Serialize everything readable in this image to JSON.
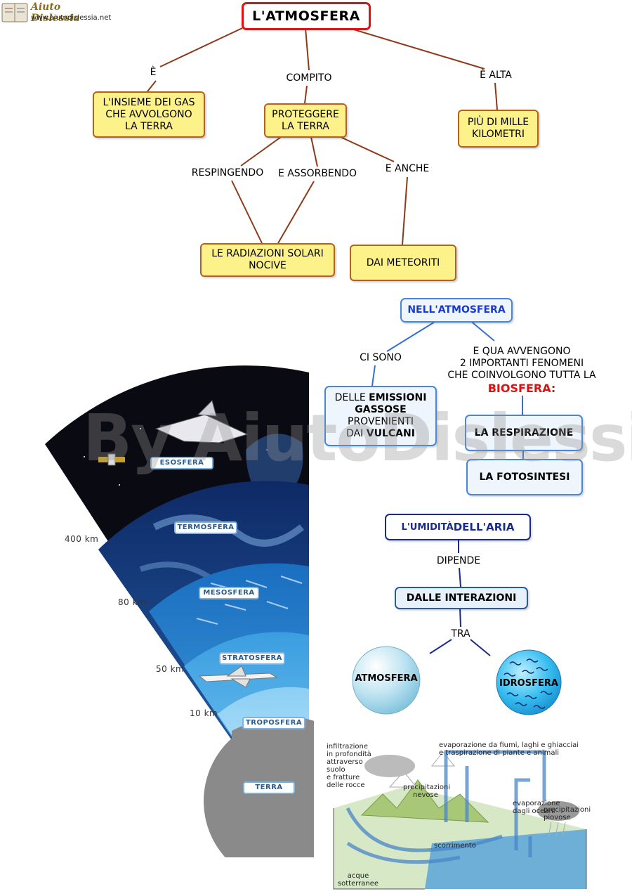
{
  "header": {
    "logo_name": "Aiuto Dislessia",
    "logo_url": "www.aiutodislessia.net"
  },
  "title": "L'ATMOSFERA",
  "map1": {
    "label_e": "È",
    "label_compito": "COMPITO",
    "label_e_alta": "È ALTA",
    "box_gas": [
      "L'INSIEME DEI GAS",
      "CHE AVVOLGONO",
      "LA TERRA"
    ],
    "box_proteggere": [
      "PROTEGGERE",
      "LA TERRA"
    ],
    "box_mille": [
      "PIÙ DI MILLE",
      "KILOMETRI"
    ],
    "label_respingendo": "RESPINGENDO",
    "label_assorbendo": "E ASSORBENDO",
    "label_anche": "E ANCHE",
    "box_radiazioni": [
      "LE RADIAZIONI SOLARI",
      "NOCIVE"
    ],
    "box_meteoriti": "DAI METEORITI"
  },
  "map2": {
    "title": "NELL'ATMOSFERA",
    "label_ci_sono": "CI SONO",
    "label_fenomeni": [
      "E QUA AVVENGONO",
      "2 IMPORTANTI FENOMENI",
      "CHE  COINVOLGONO TUTTA LA"
    ],
    "biosfera": "BIOSFERA:",
    "emissioni": {
      "l1a": "DELLE ",
      "l1b": "EMISSIONI",
      "l2": "GASSOSE",
      "l3": "PROVENIENTI",
      "l4a": "DAI ",
      "l4b": "VULCANI"
    },
    "respirazione": "LA RESPIRAZIONE",
    "fotosintesi": "LA FOTOSINTESI"
  },
  "map3": {
    "umidita_a": "L'UMIDITÀ ",
    "umidita_b": "DELL'ARIA",
    "label_dipende": "DIPENDE",
    "interazioni": "DALLE INTERAZIONI",
    "label_tra": "TRA",
    "atmosfera": "ATMOSFERA",
    "idrosfera": "IDROSFERA"
  },
  "layers": {
    "esosfera": "ESOSFERA",
    "termosfera": "TERMOSFERA",
    "mesosfera": "MESOSFERA",
    "stratosfera": "STRATOSFERA",
    "troposfera": "TROPOSFERA",
    "terra": "TERRA",
    "km_400": "400 km",
    "km_80": "80 km",
    "km_50": "50 km",
    "km_10": "10 km"
  },
  "water_cycle": {
    "infiltrazione": [
      "infiltrazione",
      "in profondità",
      "attraverso",
      "suolo",
      "e fratture",
      "delle rocce"
    ],
    "evaporazione_fiumi": [
      "evaporazione da fiumi, laghi e ghiacciai",
      "e traspirazione di piante e animali"
    ],
    "precip_nevose": [
      "precipitazioni",
      "nevose"
    ],
    "evap_oceani": [
      "evaporazione",
      "dagli oceani"
    ],
    "precip_piovose": [
      "precipitazioni",
      "piovose"
    ],
    "scorrimento": "scorrimento",
    "acque": [
      "acque",
      "sotterranee"
    ]
  },
  "watermark": "By AiutoDislessia.net"
}
